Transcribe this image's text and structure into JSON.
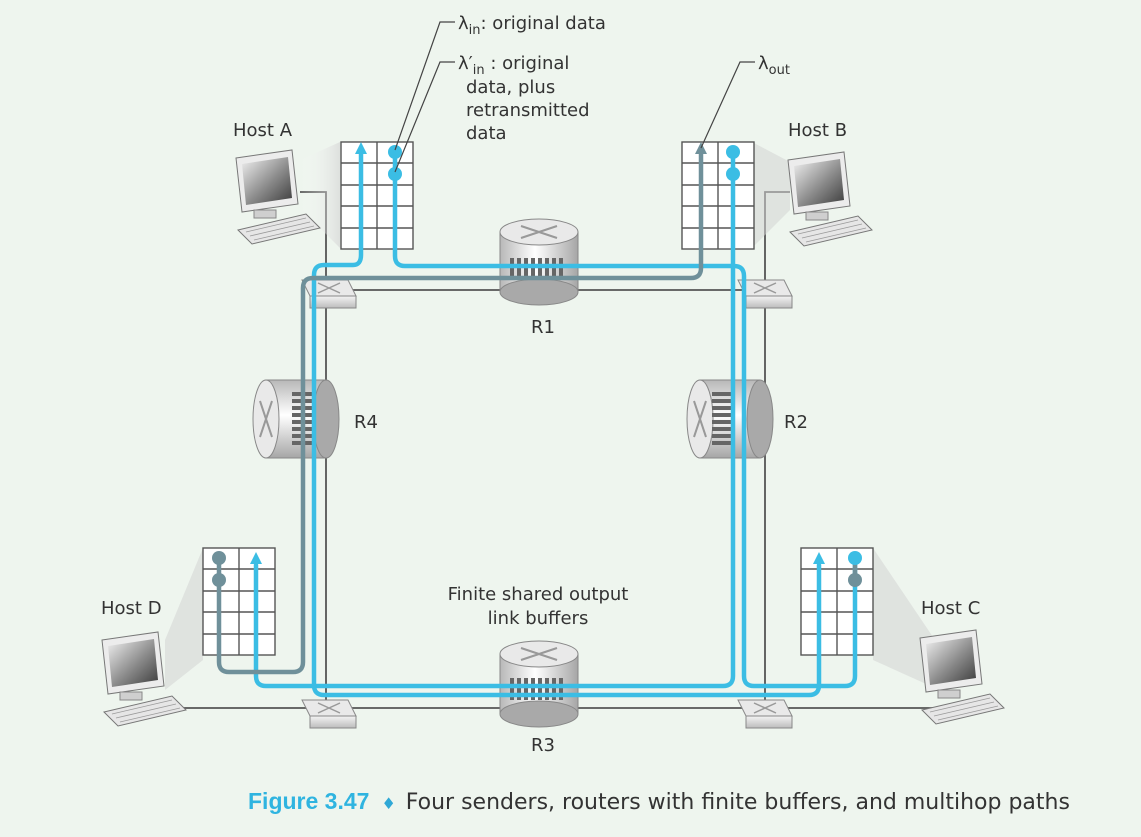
{
  "hosts": {
    "a": "Host A",
    "b": "Host B",
    "c": "Host C",
    "d": "Host D"
  },
  "routers": {
    "r1": "R1",
    "r2": "R2",
    "r3": "R3",
    "r4": "R4"
  },
  "annotations": {
    "lambda_in_symbol": "λ",
    "lambda_in_sub": "in",
    "lambda_in_text": ": original data",
    "lambda_in_prime_symbol": "λ′",
    "lambda_in_prime_sub": "in",
    "lambda_in_prime_line1": " : original",
    "lambda_in_prime_line2": "data, plus",
    "lambda_in_prime_line3": "retransmitted",
    "lambda_in_prime_line4": "data",
    "lambda_out_symbol": "λ",
    "lambda_out_sub": "out",
    "buffers_line1": "Finite shared output",
    "buffers_line2": "link buffers"
  },
  "caption": {
    "number": "Figure 3.47",
    "separator": "♦",
    "text": "Four senders, routers with finite buffers, and multihop paths"
  },
  "colors": {
    "background": "#eef5ee",
    "path_light_blue": "#3bbde4",
    "path_gray_blue": "#6f909a",
    "caption_accent": "#2fb4e0",
    "link_line": "#555555"
  }
}
